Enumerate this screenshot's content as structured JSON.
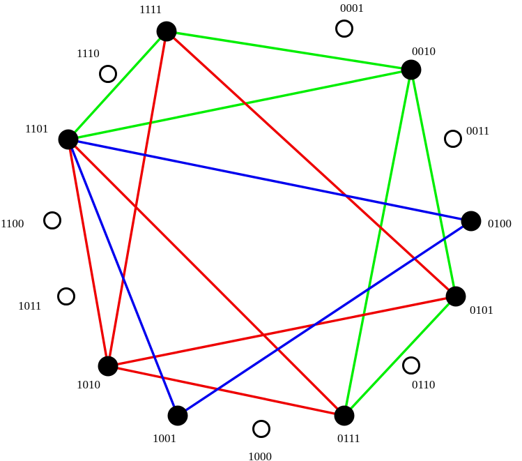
{
  "colors": {
    "green": "#00ee00",
    "red": "#ee0000",
    "blue": "#0000ee",
    "node_filled": "#000000",
    "node_open_stroke": "#000000"
  },
  "nodes": [
    {
      "id": "0001",
      "label": "0001",
      "filled": false
    },
    {
      "id": "0010",
      "label": "0010",
      "filled": true
    },
    {
      "id": "0011",
      "label": "0011",
      "filled": false
    },
    {
      "id": "0100",
      "label": "0100",
      "filled": true
    },
    {
      "id": "0101",
      "label": "0101",
      "filled": true
    },
    {
      "id": "0110",
      "label": "0110",
      "filled": false
    },
    {
      "id": "0111",
      "label": "0111",
      "filled": true
    },
    {
      "id": "1000",
      "label": "1000",
      "filled": false
    },
    {
      "id": "1001",
      "label": "1001",
      "filled": true
    },
    {
      "id": "1010",
      "label": "1010",
      "filled": true
    },
    {
      "id": "1011",
      "label": "1011",
      "filled": false
    },
    {
      "id": "1100",
      "label": "1100",
      "filled": false
    },
    {
      "id": "1101",
      "label": "1101",
      "filled": true
    },
    {
      "id": "1110",
      "label": "1110",
      "filled": false
    },
    {
      "id": "1111",
      "label": "1111",
      "filled": true
    }
  ],
  "edges": [
    {
      "from": "1111",
      "to": "0010",
      "color": "green"
    },
    {
      "from": "1111",
      "to": "1101",
      "color": "green"
    },
    {
      "from": "1101",
      "to": "0010",
      "color": "green"
    },
    {
      "from": "0010",
      "to": "0101",
      "color": "green"
    },
    {
      "from": "0010",
      "to": "0111",
      "color": "green"
    },
    {
      "from": "0101",
      "to": "0111",
      "color": "green"
    },
    {
      "from": "1111",
      "to": "0101",
      "color": "red"
    },
    {
      "from": "1111",
      "to": "1010",
      "color": "red"
    },
    {
      "from": "1101",
      "to": "1010",
      "color": "red"
    },
    {
      "from": "1101",
      "to": "0111",
      "color": "red"
    },
    {
      "from": "1010",
      "to": "0101",
      "color": "red"
    },
    {
      "from": "1010",
      "to": "0111",
      "color": "red"
    },
    {
      "from": "1101",
      "to": "0100",
      "color": "blue"
    },
    {
      "from": "1101",
      "to": "1001",
      "color": "blue"
    },
    {
      "from": "1001",
      "to": "0100",
      "color": "blue"
    }
  ]
}
